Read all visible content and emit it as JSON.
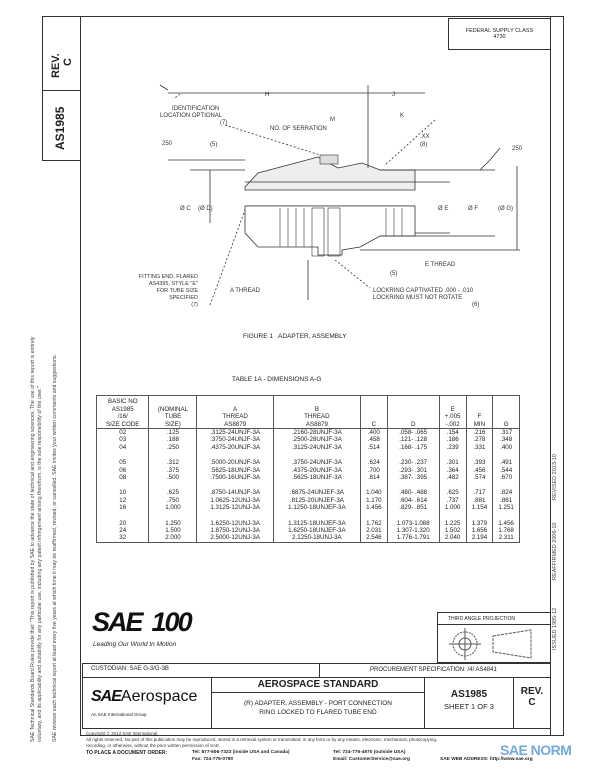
{
  "side_block": {
    "doc_number": "AS1985",
    "rev_label": "REV.",
    "rev": "C"
  },
  "left_notice": {
    "line1": "SAE Technical Standards Board Rules provide that: \"This report is published by SAE to advance the state of technical and engineering sciences. The use of this report is entirely",
    "line2": "voluntary, and its applicability and suitability for any particular use, including any patent infringement arising therefrom, is the sole responsibility of the user.\"",
    "line3": "SAE reviews each technical report at least every five years at which time it may be reaffirmed, revised, or cancelled. SAE invites your written comments and suggestions."
  },
  "right_strip": {
    "issued": "ISSUED 1985-12",
    "reaffirmed": "REAFFIRMED 2006-10",
    "revised": "REVISED 2013-10"
  },
  "supply_class": {
    "label": "FEDERAL SUPPLY CLASS",
    "value": "4730"
  },
  "figure": {
    "caption": "FIGURE 1   ADAPTER, ASSEMBLY",
    "labels": {
      "h": "H",
      "j": "J",
      "k": "K",
      "m": "M",
      "serration": "NO. OF SERRATION",
      "ident": "IDENTIFICATION",
      "ident2": "LOCATION OPTIONAL",
      "ident3": "(7)",
      "chamfer": "(5)",
      "undercut": ".XX",
      "undercut2": "(8)",
      "s250a": "250",
      "s250b": "250",
      "phi_c": "Ø C",
      "phi_d": "(Ø D)",
      "phi_e": "Ø E",
      "phi_f": "Ø F",
      "phi_g": "(Ø G)",
      "e_thread": "E THREAD",
      "a_thread": "A THREAD",
      "note5": "(5)",
      "lockring": "LOCKRING CAPTIVATED .000 - .010",
      "lockring2": "LOCKRING MUST NOT ROTATE",
      "lockring3": "(6)",
      "fitting": "FITTING END, FLARED",
      "fitting2": "AS4395, STYLE \"E\"",
      "fitting3": "FOR TUBE SIZE",
      "fitting4": "SPECIFIED",
      "fitting5": "(7)"
    }
  },
  "table": {
    "title": "TABLE 1A - DIMENSIONS A-G",
    "headers": [
      [
        "BASIC NO",
        "AS1985",
        "/16/",
        "SIZE CODE"
      ],
      [
        "(NOMINAL",
        "TUBE",
        "SIZE)"
      ],
      [
        "A",
        "THREAD",
        "AS8879"
      ],
      [
        "B",
        "THREAD",
        "AS8879"
      ],
      [
        "C"
      ],
      [
        "D"
      ],
      [
        "E",
        "+.005",
        "-.002"
      ],
      [
        "F",
        "MIN"
      ],
      [
        "G"
      ]
    ],
    "groups": [
      [
        [
          "02",
          ".125",
          ".3125-24UNJF-3A",
          ".2160-28UNJF-3A",
          ".400",
          ".058- .065",
          ".154",
          ".216",
          ".317"
        ],
        [
          "03",
          ".188",
          ".3750-24UNJF-3A",
          ".2500-28UNJF-3A",
          ".458",
          ".121- .128",
          ".186",
          ".278",
          ".348"
        ],
        [
          "04",
          ".250",
          ".4375-20UNJF-3A",
          ".3125-24UNJF-3A",
          ".514",
          ".168- .175",
          ".239",
          ".331",
          ".400"
        ]
      ],
      [
        [
          "05",
          ".312",
          ".5000-20UNJF-3A",
          ".3750-24UNJF-3A",
          ".624",
          ".230- .237",
          ".301",
          ".393",
          ".491"
        ],
        [
          "06",
          ".375",
          ".5625-18UNJF-3A",
          ".4375-20UNJF-3A",
          ".700",
          ".293- .301",
          ".364",
          ".456",
          ".544"
        ],
        [
          "08",
          ".500",
          ".7500-16UNJF-3A",
          ".5625-18UNJF-3A",
          ".814",
          ".387- .395",
          ".482",
          ".574",
          ".670"
        ]
      ],
      [
        [
          "10",
          ".625",
          ".8750-14UNJF-3A",
          ".6875-24UNJEF-3A",
          "1.040",
          ".480- .488",
          ".625",
          ".717",
          ".824"
        ],
        [
          "12",
          ".750",
          "1.0625-12UNJ-3A",
          ".8125-20UNJEF-3A",
          "1.170",
          ".604- .614",
          ".737",
          ".881",
          ".861"
        ],
        [
          "16",
          "1.000",
          "1.3125-12UNJ-3A",
          "1.1250-18UNJEF-3A",
          "1.456",
          ".829- .851",
          "1.000",
          "1.154",
          "1.251"
        ]
      ],
      [
        [
          "20",
          "1.250",
          "1.6250-12UNJ-3A",
          "1.3125-18UNJEF-3A",
          "1.762",
          "1.073-1.088",
          "1.225",
          "1.379",
          "1.456"
        ],
        [
          "24",
          "1.500",
          "1.8750-12UNJ-3A",
          "1.6250-18UNJEF-3A",
          "2.031",
          "1.307-1.320",
          "1.502",
          "1.656",
          "1.768"
        ],
        [
          "32",
          "2.000",
          "2.5000-12UNJ-3A",
          "2.1250-18UNJ-3A",
          "2.546",
          "1.776-1.791",
          "2.040",
          "2.194",
          "2.311"
        ]
      ]
    ]
  },
  "logo": {
    "text": "SAE100",
    "tagline": "Leading Our World In Motion"
  },
  "projection": {
    "label": "THIRD ANGLE PROJECTION"
  },
  "title_block": {
    "custodian": "CUSTODIAN: SAE G-3/G-3B",
    "procurement": "PROCUREMENT SPECIFICATION: /4/ AS4841",
    "brand": "SAEAerospace",
    "brand_sub": "An SAE International Group",
    "standard": "AEROSPACE STANDARD",
    "title1": "(R) ADAPTER, ASSEMBLY - PORT CONNECTION",
    "title2": "RING LOCKED TO FLARED TUBE END",
    "doc": "AS1985",
    "sheet": "SHEET 1 OF 3",
    "rev_label": "REV.",
    "rev": "C"
  },
  "footer": {
    "copyright": "Copyright © 2013 SAE International",
    "rights": "All rights reserved. No part of this publication may be reproduced, stored in a retrieval system or transmitted, in any form or by any means, electronic, mechanical, photocopying,",
    "rights2": "recording, or otherwise, without the prior written permission of SAE.",
    "order": "TO PLACE A DOCUMENT ORDER:",
    "tel1": "Tel: 877-606-7323 (inside USA and Canada)",
    "fax": "Fax: 724-776-0790",
    "tel2": "Tel: 724-776-4970 (outside USA)",
    "email": "Email: CustomerService@sae.org",
    "web": "SAE WEB ADDRESS: http://www.sae.org",
    "watermark": "SAE NORM"
  }
}
